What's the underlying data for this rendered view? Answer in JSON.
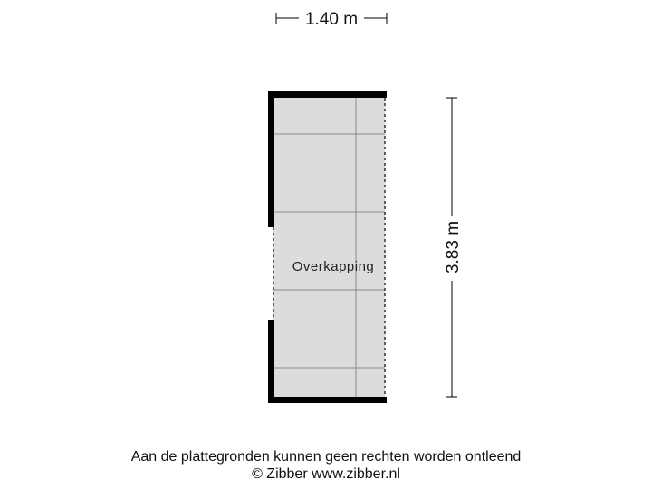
{
  "dimensions": {
    "width_label": "1.40 m",
    "height_label": "3.83 m"
  },
  "room": {
    "name": "Overkapping"
  },
  "footer": {
    "disclaimer": "Aan de plattegronden kunnen geen rechten worden ontleend",
    "copyright": "© Zibber www.zibber.nl"
  },
  "colors": {
    "floor": "#dcdcdc",
    "wall": "#000000",
    "tile_line": "#888888"
  }
}
